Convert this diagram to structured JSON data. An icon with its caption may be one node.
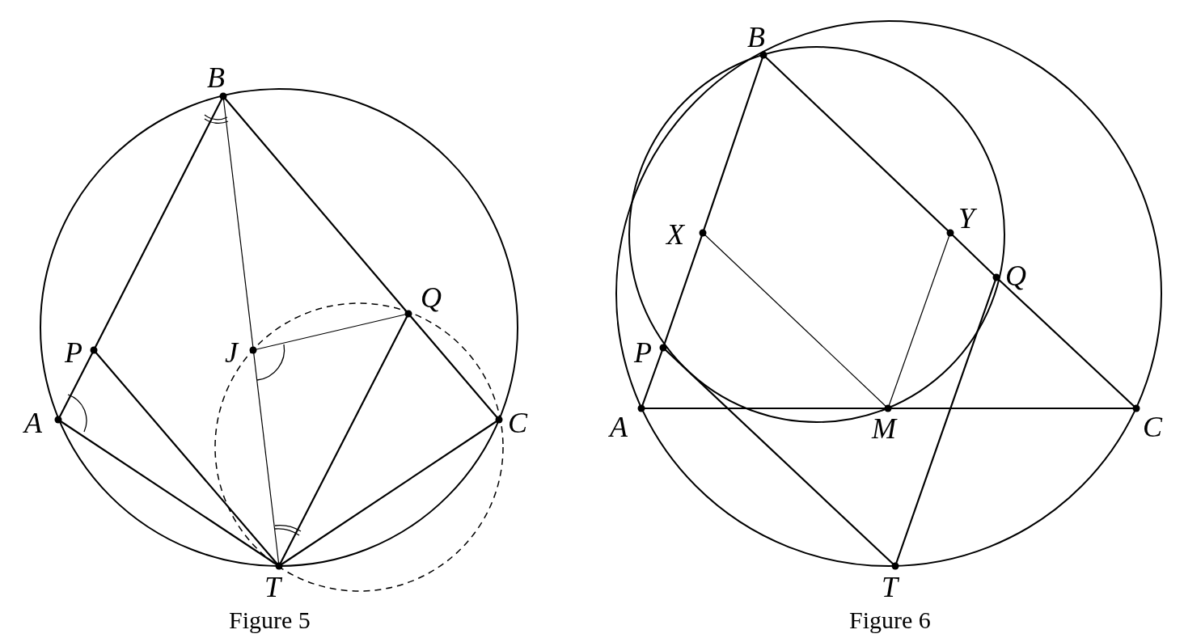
{
  "diagram": {
    "labels": [
      "B",
      "Q",
      "P",
      "J",
      "A",
      "C",
      "T",
      "Figure 5",
      "B",
      "X",
      "Y",
      "Q",
      "P",
      "A",
      "M",
      "C",
      "T",
      "Figure 6"
    ]
  }
}
